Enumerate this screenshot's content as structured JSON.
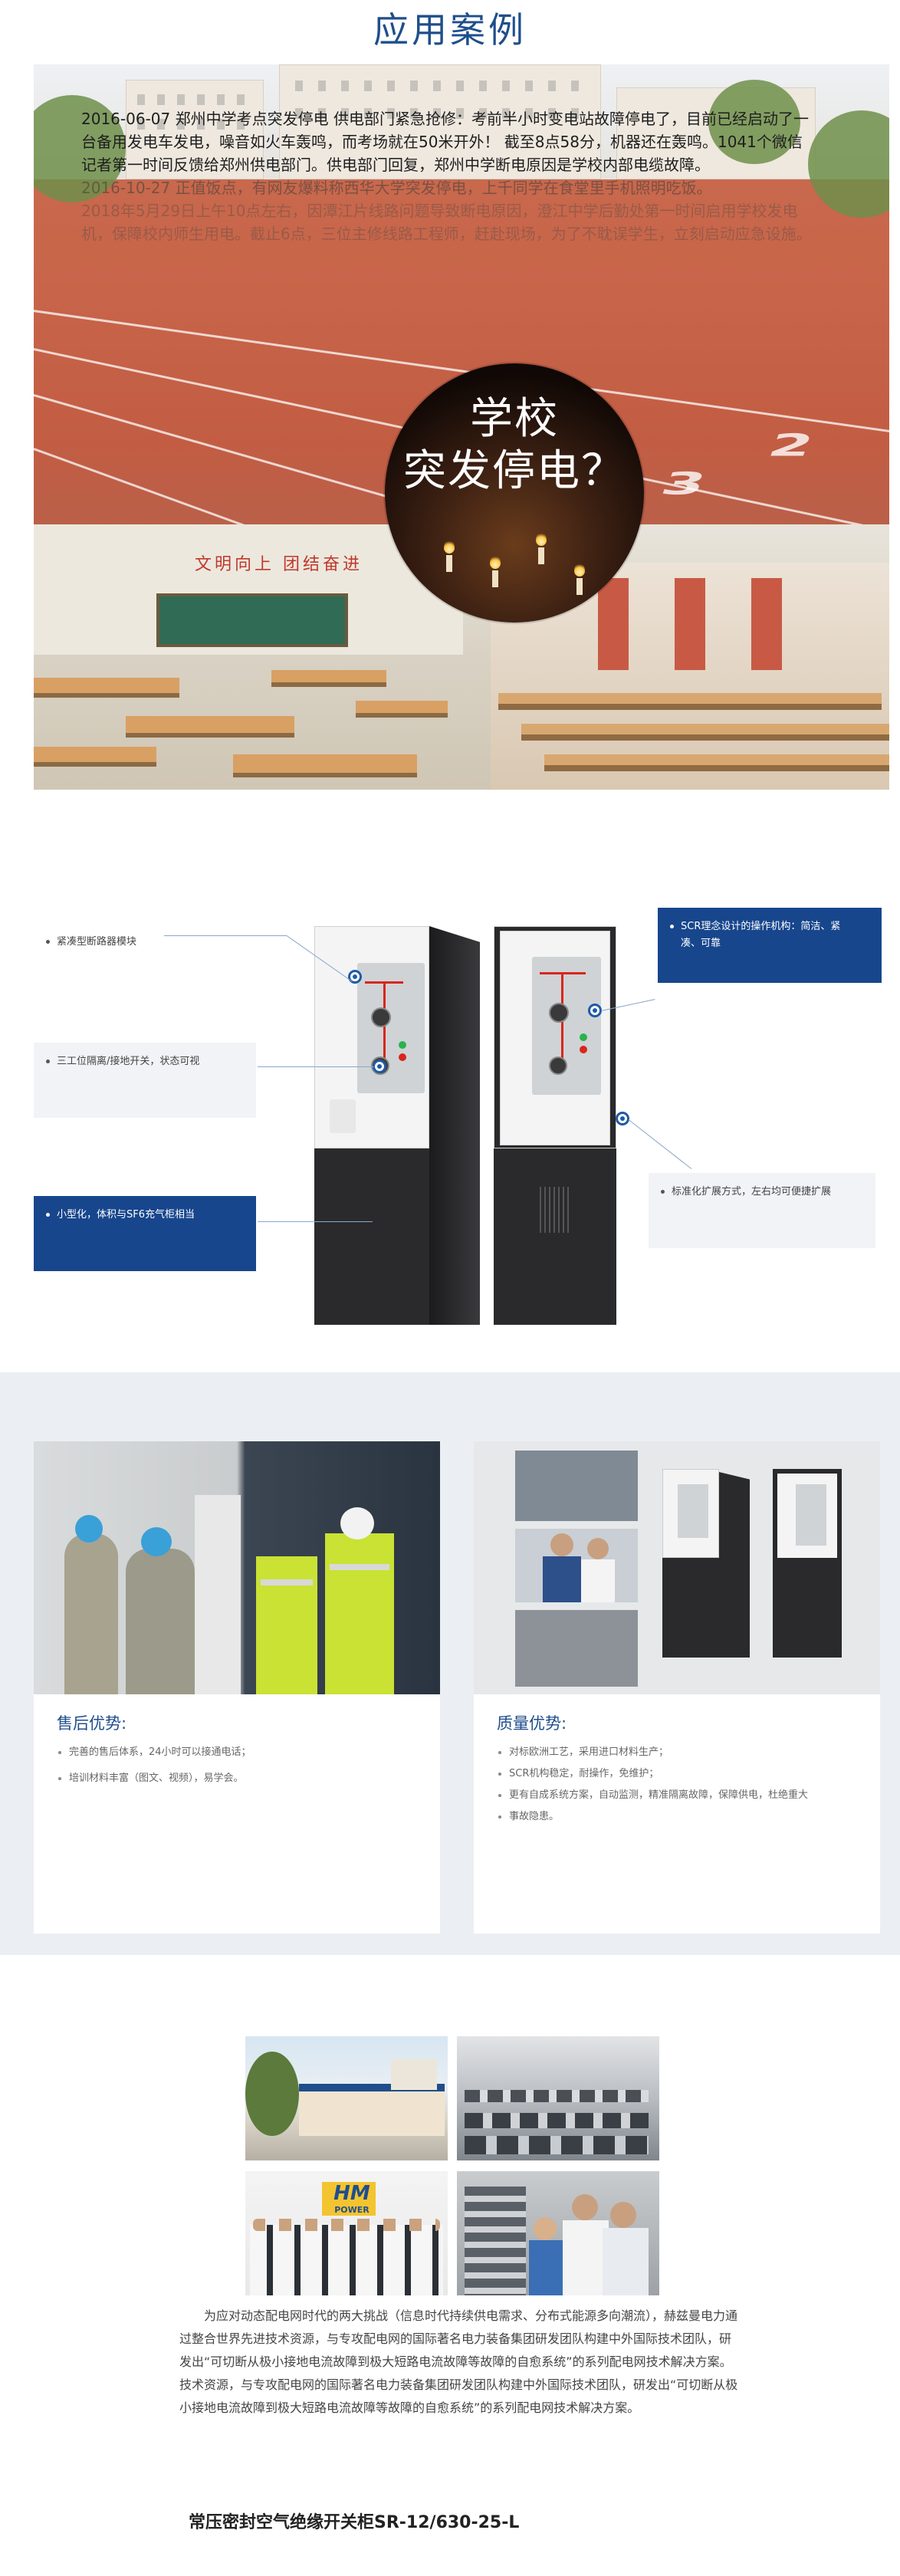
{
  "cases": {
    "title": "应用案例",
    "paragraphs": [
      "2016-06-07 郑州中学考点突发停电 供电部门紧急抢修：考前半小时变电站故障停电了，目前已经启动了一台备用发电车发电，噪音如火车轰鸣，而考场就在50米开外！ 截至8点58分，机器还在轰鸣。1041个微信记者第一时间反馈给郑州供电部门。供电部门回复，郑州中学断电原因是学校内部电缆故障。",
      "2016-10-27 正值饭点，有网友爆料称西华大学突发停电，上千同学在食堂里手机照明吃饭。",
      "2018年5月29日上午10点左右，因潭江片线路问题导致断电原因，澄江中学后勤处第一时间启用学校发电机，保障校内师生用电。截止6点，三位主修线路工程师，赶赴现场，为了不耽误学生，立刻启动应急设施。"
    ],
    "circle_line1": "学校",
    "circle_line2": "突发停电？",
    "scene_slogan": "文明向上 团结奋进"
  },
  "diagram": {
    "callouts": [
      {
        "text": "紧凑型断路器模块",
        "style": "plain"
      },
      {
        "text": "三工位隔离/接地开关，状态可视",
        "style": "grey"
      },
      {
        "text": "小型化，体积与SF6充气柜相当",
        "style": "blue"
      },
      {
        "text": "SCR理念设计的操作机构：简洁、紧凑、可靠",
        "style": "blue"
      },
      {
        "text": "标准化扩展方式，左右均可便捷扩展",
        "style": "grey"
      }
    ]
  },
  "advantages": {
    "after_sales": {
      "title": "售后优势:",
      "items": [
        "完善的售后体系，24小时可以接通电话；",
        "培训材料丰富（图文、视频），易学会。"
      ]
    },
    "quality": {
      "title": "质量优势:",
      "items": [
        "对标欧洲工艺，采用进口材料生产；",
        "SCR机构稳定，耐操作，免维护；",
        "更有自成系统方案，自动监测，精准隔离故障，保障供电，杜绝重大",
        "事故隐患。"
      ]
    }
  },
  "company": {
    "logo_text": "HM",
    "logo_sub": "POWER",
    "paragraph": "为应对动态配电网时代的两大挑战（信息时代持续供电需求、分布式能源多向潮流），赫兹曼电力通过整合世界先进技术资源，与专攻配电网的国际著名电力装备集团研发团队构建中外国际技术团队，研发出“可切断从极小接地电流故障到极大短路电流故障等故障的自愈系统”的系列配电网技术解决方案。技术资源，与专攻配电网的国际著名电力装备集团研发团队构建中外国际技术团队，研发出“可切断从极小接地电流故障到极大短路电流故障等故障的自愈系统”的系列配电网技术解决方案。",
    "product_name": "常压密封空气绝缘开关柜SR-12/630-25-L"
  },
  "colors": {
    "brand_blue": "#17468d",
    "title_blue": "#1f4e8c",
    "section_bg": "#ebeff4"
  }
}
